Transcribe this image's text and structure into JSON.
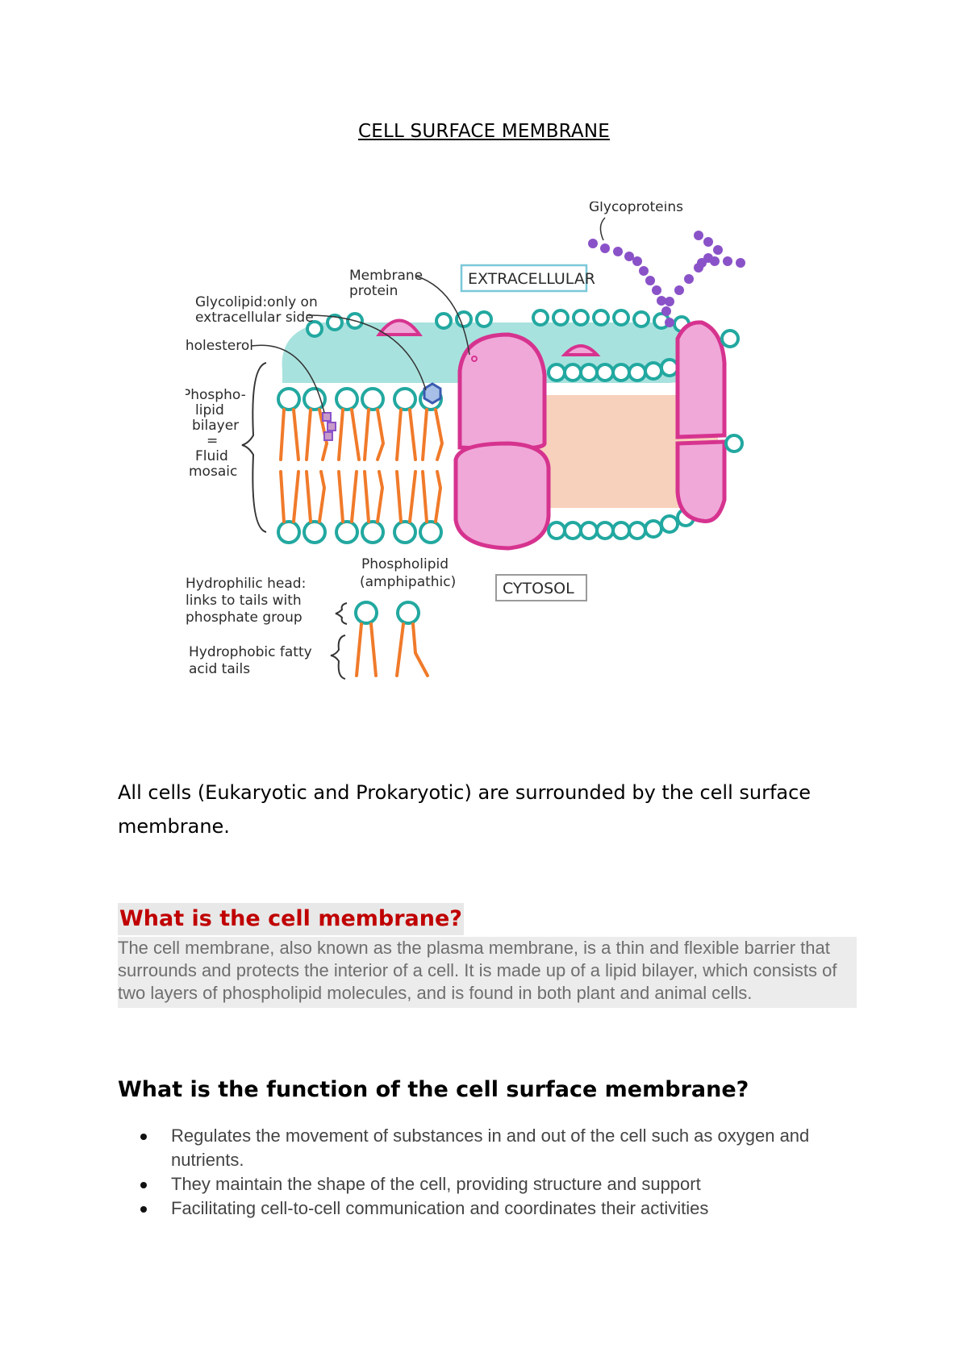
{
  "title": "CELL SURFACE MEMBRANE",
  "figure": {
    "labels": {
      "glycoproteins": "Glycoproteins",
      "membrane_protein_1": "Membrane",
      "membrane_protein_2": "protein",
      "extracellular": "EXTRACELLULAR",
      "glycolipid_1": "Glycolipid:only on",
      "glycolipid_2": "extracellular side",
      "cholesterol": "Cholesterol",
      "phospholipid_bilayer_1": "Phospho-",
      "phospholipid_bilayer_2": "lipid",
      "phospholipid_bilayer_3": "bilayer",
      "phospholipid_bilayer_4": "=",
      "phospholipid_bilayer_5": "Fluid",
      "phospholipid_bilayer_6": "mosaic",
      "cytosol": "CYTOSOL",
      "phospholipid_1": "Phospholipid",
      "phospholipid_2": "(amphipathic)",
      "hydrophilic_1": "Hydrophilic head:",
      "hydrophilic_2": "links to tails with",
      "hydrophilic_3": "phosphate group",
      "hydrophobic_1": "Hydrophobic fatty",
      "hydrophobic_2": "acid tails"
    },
    "colors": {
      "head": "#22a8a0",
      "tail": "#f07a2a",
      "protein_fill": "#f0a8d8",
      "protein_stroke": "#d6338f",
      "fluid": "#a8e2de",
      "glyco": "#8a52c8",
      "peach": "#f6c9b0"
    }
  },
  "intro": "All cells (Eukaryotic and Prokaryotic) are surrounded by the cell surface membrane.",
  "section1": {
    "heading": "What is the cell membrane?",
    "body": "The cell membrane, also known as the plasma membrane, is a thin and flexible barrier that surrounds and protects the interior of a cell. It is made up of a lipid bilayer, which consists of two layers of phospholipid molecules, and is found in both plant and animal cells."
  },
  "section2": {
    "heading": "What is the function of the cell surface membrane?",
    "bullets": [
      "Regulates the movement of substances in and out of the cell such as oxygen and nutrients.",
      "They maintain the shape of the cell, providing structure and support",
      "Facilitating cell-to-cell communication and coordinates their activities"
    ]
  }
}
